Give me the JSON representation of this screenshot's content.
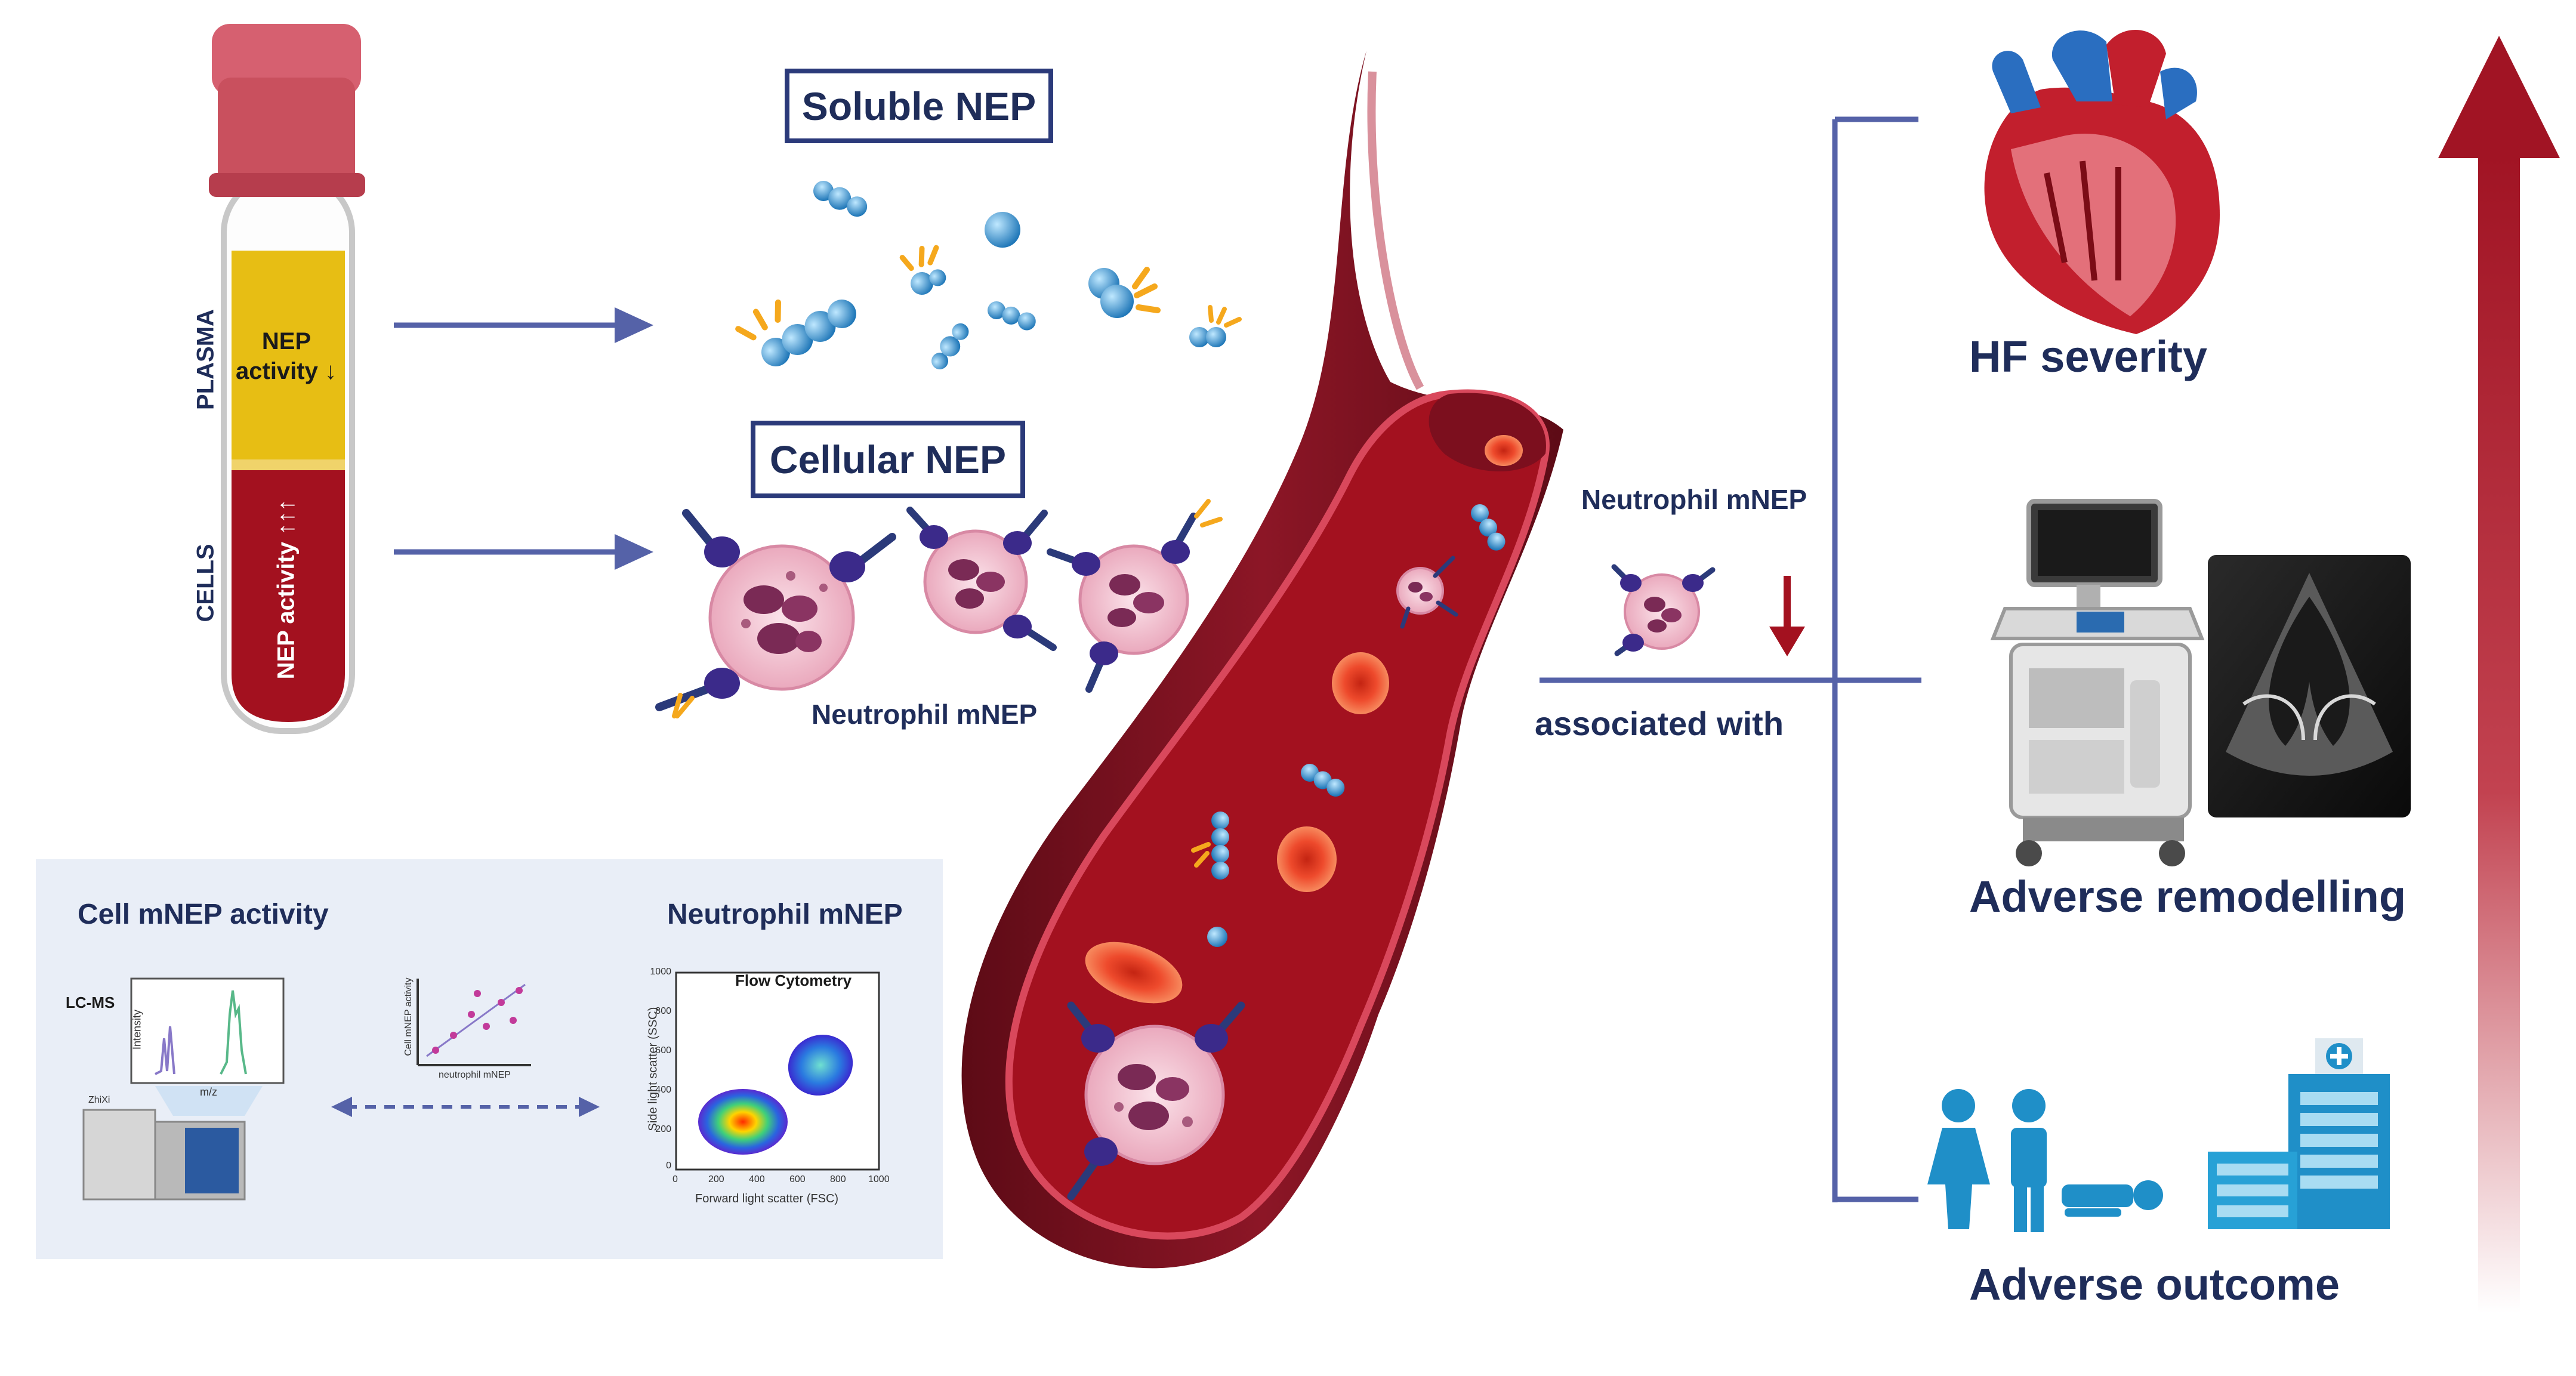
{
  "tube": {
    "plasma_label": "PLASMA",
    "cells_label": "CELLS",
    "plasma_text_line1": "NEP",
    "plasma_text_line2": "activity ↓",
    "cells_text": "NEP activity ↑↑↑"
  },
  "boxes": {
    "soluble": "Soluble NEP",
    "cellular": "Cellular NEP"
  },
  "labels": {
    "neutrophil_mnep_left": "Neutrophil mNEP",
    "neutrophil_mnep_mid": "Neutrophil mNEP",
    "associated_with": "associated with",
    "hf_severity": "HF severity",
    "adverse_remodelling": "Adverse remodelling",
    "adverse_outcome": "Adverse outcome"
  },
  "panel": {
    "cell_activity_title": "Cell mNEP activity",
    "neutrophil_title": "Neutrophil mNEP",
    "lcms": "LC-MS",
    "intensity": "Intensity",
    "mz": "m/z",
    "scatter_y": "Cell mNEP activity",
    "scatter_x": "neutrophil mNEP",
    "flow_title": "Flow Cytometry",
    "flow_ylabel": "Side light scatter (SSC)",
    "flow_xlabel": "Forward light scatter (FSC)",
    "flow_yticks": [
      "1000",
      "800",
      "600",
      "400",
      "200",
      "0"
    ],
    "flow_xticks": [
      "0",
      "200",
      "400",
      "600",
      "800",
      "1000"
    ],
    "instrument_text": "ZhiXi"
  },
  "colors": {
    "navy": "#1f2d5a",
    "arrow_blue": "#5562a8",
    "blood_red": "#a3111f",
    "vessel_dark": "#6e0f1b",
    "plasma_yellow": "#e7be14",
    "cap_pink": "#c9505e",
    "rbc": "#ea3a24",
    "protein_blue": "#3a9cd8",
    "neutrophil_pink": "#f3c6d4",
    "neutrophil_purple": "#7a2a55"
  }
}
